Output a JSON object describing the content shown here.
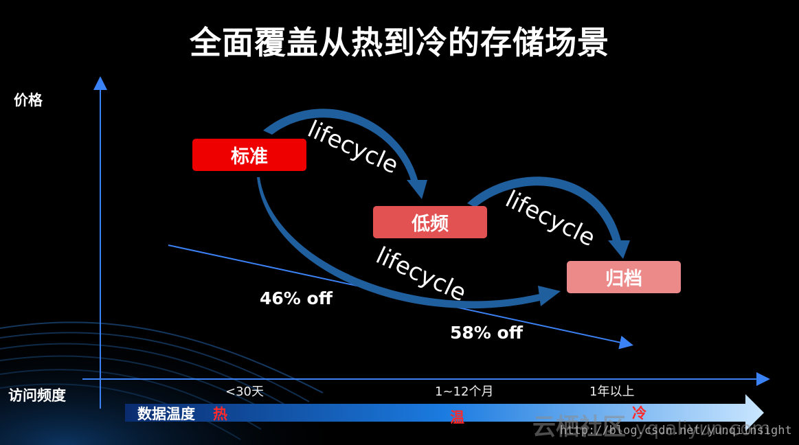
{
  "title": "全面覆盖从热到冷的存储场景",
  "axes": {
    "y_label": "价格",
    "x_label": "访问频度",
    "ticks": [
      "<30天",
      "1~12个月",
      "1年以上"
    ]
  },
  "tiers": {
    "standard": "标准",
    "low_frequency": "低频",
    "archive": "归档"
  },
  "transitions": {
    "standard_to_low": "lifecycle",
    "low_to_archive": "lifecycle",
    "standard_to_archive": "lifecycle"
  },
  "savings": {
    "low_frequency": "46% off",
    "archive": "58% off"
  },
  "temperature": {
    "label": "数据温度",
    "hot": "热",
    "warm": "温",
    "cold": "冷"
  },
  "watermark": {
    "brand": "云栖社区",
    "url": "http://blog.csdn.net/yunqiinsight",
    "site": "yq.aliyun.com"
  },
  "colors": {
    "background": "#000000",
    "axis": "#3b82f6",
    "arrow": "#1f5f9e",
    "standard": "#ee0000",
    "low_frequency": "#e35252",
    "archive": "#ec8a8a",
    "temperature_text": "#ff2a2a"
  }
}
